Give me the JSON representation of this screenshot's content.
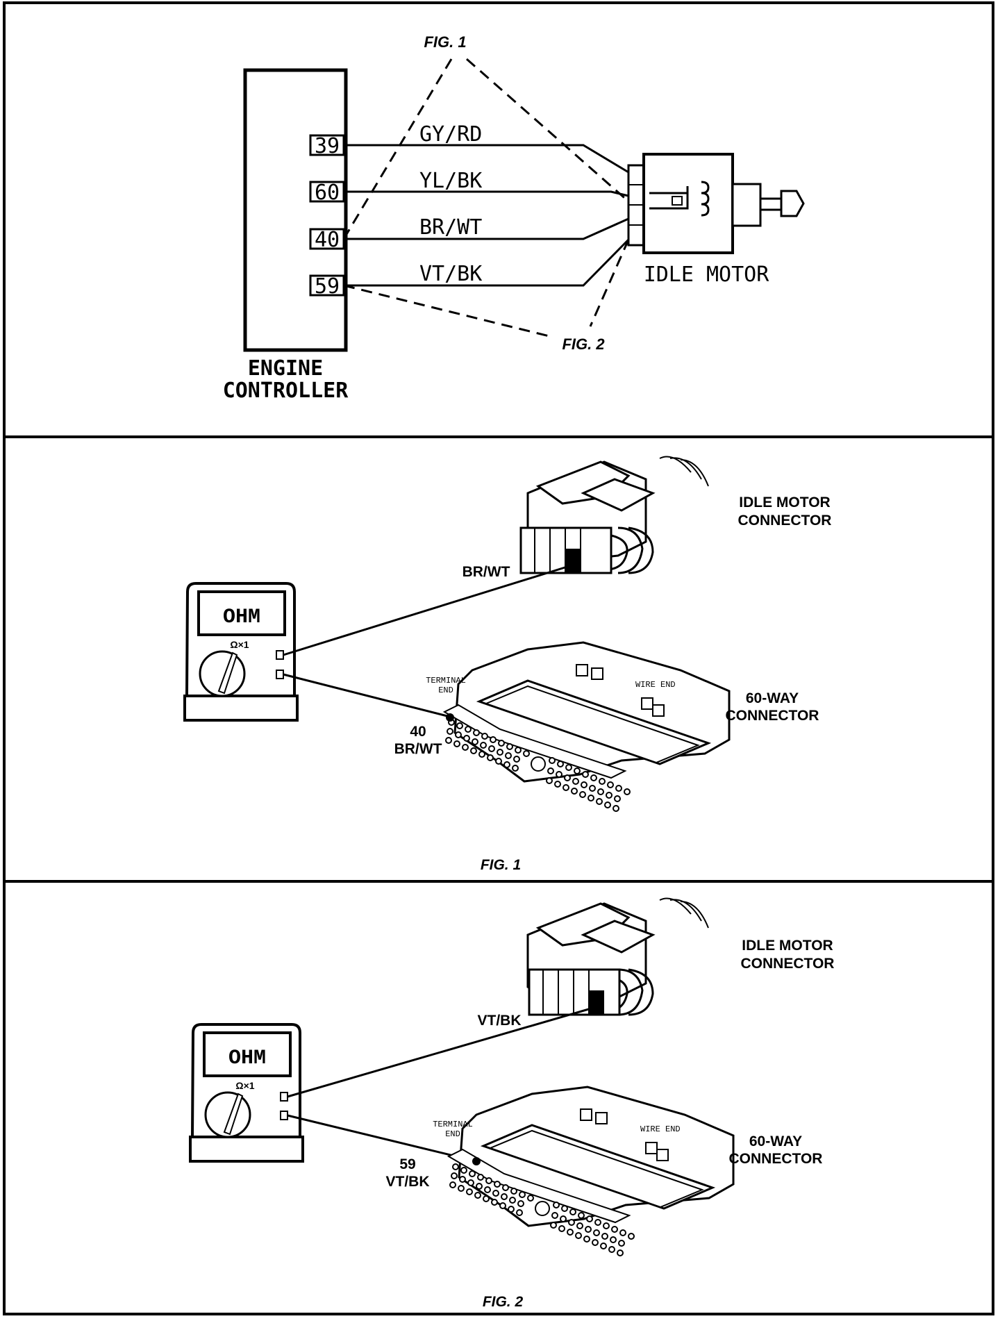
{
  "panel1": {
    "controller_label_line1": "ENGINE",
    "controller_label_line2": "CONTROLLER",
    "motor_label": "IDLE MOTOR",
    "fig1_callout": "FIG. 1",
    "fig2_callout": "FIG. 2",
    "pins": [
      {
        "number": "39",
        "wire": "GY/RD"
      },
      {
        "number": "60",
        "wire": "YL/BK"
      },
      {
        "number": "40",
        "wire": "BR/WT"
      },
      {
        "number": "59",
        "wire": "VT/BK"
      }
    ]
  },
  "panel2": {
    "caption": "FIG. 1",
    "idle_connector_line1": "IDLE MOTOR",
    "idle_connector_line2": "CONNECTOR",
    "probe_wire_label": "BR/WT",
    "meter_display": "OHM",
    "meter_range": "Ω×1",
    "terminal_end_line1": "TERMINAL",
    "terminal_end_line2": "END",
    "wire_end_label": "WIRE END",
    "way60_line1": "60-WAY",
    "way60_line2": "CONNECTOR",
    "pin_number": "40",
    "pin_wire": "BR/WT"
  },
  "panel3": {
    "caption": "FIG. 2",
    "idle_connector_line1": "IDLE MOTOR",
    "idle_connector_line2": "CONNECTOR",
    "probe_wire_label": "VT/BK",
    "meter_display": "OHM",
    "meter_range": "Ω×1",
    "terminal_end_line1": "TERMINAL",
    "terminal_end_line2": "END",
    "wire_end_label": "WIRE END",
    "way60_line1": "60-WAY",
    "way60_line2": "CONNECTOR",
    "pin_number": "59",
    "pin_wire": "VT/BK"
  }
}
